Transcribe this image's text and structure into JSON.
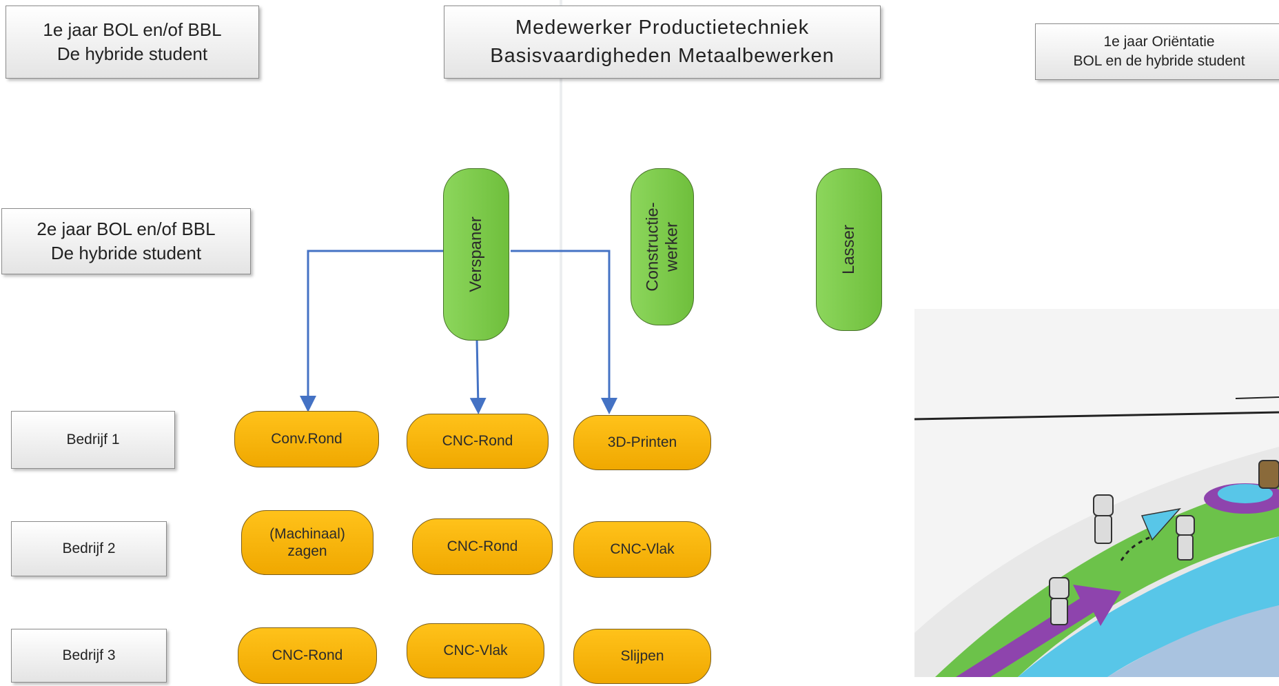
{
  "header_boxes": {
    "year1_left": [
      "1e jaar BOL en/of BBL",
      "De hybride student"
    ],
    "title": [
      "Medewerker Productietechniek",
      "Basisvaardigheden Metaalbewerken"
    ],
    "year1_right": [
      "1e jaar Oriëntatie",
      "BOL en de hybride student"
    ],
    "year2": [
      "2e jaar BOL en/of BBL",
      "De hybride student"
    ]
  },
  "tracks": {
    "verspaner": [
      "Verspaner"
    ],
    "constructiewerker": [
      "Constructie-",
      "werker"
    ],
    "lasser": [
      "Lasser"
    ]
  },
  "companies": [
    "Bedrijf 1",
    "Bedrijf 2",
    "Bedrijf 3"
  ],
  "skills": {
    "row1": [
      [
        "Conv.Rond"
      ],
      [
        "CNC-Rond"
      ],
      [
        "3D-Printen"
      ]
    ],
    "row2": [
      [
        "(Machinaal)",
        "zagen"
      ],
      [
        "CNC-Rond"
      ],
      [
        "CNC-Vlak"
      ]
    ],
    "row3": [
      [
        "CNC-Rond"
      ],
      [
        "CNC-Vlak"
      ],
      [
        "Slijpen"
      ]
    ]
  },
  "colors": {
    "orange_fill": "#f7b500",
    "green_fill": "#7ccb4a",
    "arrow_blue": "#4472c4",
    "box_border": "#8a8a8a"
  }
}
